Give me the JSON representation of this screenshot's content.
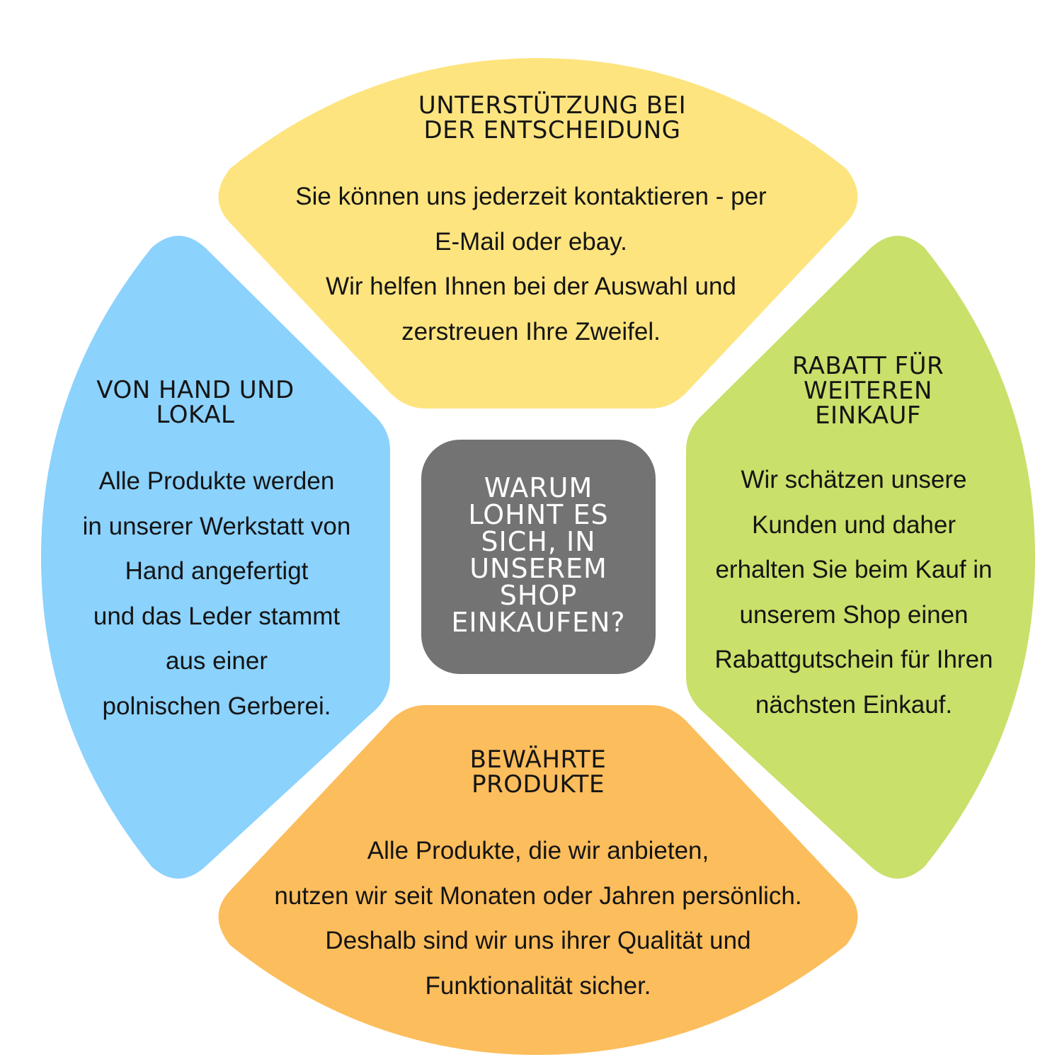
{
  "center": {
    "title": "WARUM\nLOHNT ES\nSICH, IN\nUNSEREM\nSHOP\nEINKAUFEN?"
  },
  "sections": {
    "top": {
      "title": "UNTERSTÜTZUNG BEI\nDER ENTSCHEIDUNG",
      "text": "Sie können uns jederzeit kontaktieren - per\nE-Mail oder ebay.\nWir helfen Ihnen bei der Auswahl und\nzerstreuen Ihre Zweifel."
    },
    "left": {
      "title": "VON HAND UND\nLOKAL",
      "text": "Alle Produkte werden\nin unserer Werkstatt von\nHand angefertigt\nund das Leder stammt\naus einer\npolnischen Gerberei."
    },
    "right": {
      "title": "RABATT FÜR\nWEITEREN\nEINKAUF",
      "text": "Wir schätzen unsere\nKunden und daher\nerhalten Sie beim Kauf in\nunserem Shop einen\nRabattgutschein für Ihren\nnächsten Einkauf."
    },
    "bottom": {
      "title": "BEWÄHRTE\nPRODUKTE",
      "text": "Alle Produkte, die wir anbieten,\nnutzen wir seit Monaten oder Jahren persönlich.\nDeshalb sind wir uns ihrer Qualität und\nFunktionalität sicher."
    }
  },
  "colors": {
    "top": "#fde47f",
    "left": "#8bd2fd",
    "right": "#c9e06a",
    "bottom": "#fcbd5c",
    "center": "#737373"
  }
}
